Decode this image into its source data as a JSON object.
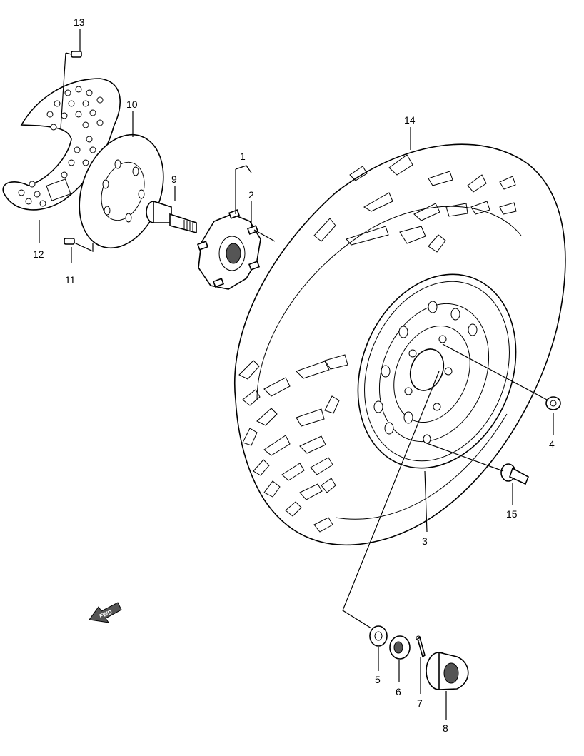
{
  "callouts": [
    {
      "id": "1",
      "label": "1"
    },
    {
      "id": "2",
      "label": "2"
    },
    {
      "id": "3",
      "label": "3"
    },
    {
      "id": "4",
      "label": "4"
    },
    {
      "id": "5",
      "label": "5"
    },
    {
      "id": "6",
      "label": "6"
    },
    {
      "id": "7",
      "label": "7"
    },
    {
      "id": "8",
      "label": "8"
    },
    {
      "id": "9",
      "label": "9"
    },
    {
      "id": "10",
      "label": "10"
    },
    {
      "id": "11",
      "label": "11"
    },
    {
      "id": "12",
      "label": "12"
    },
    {
      "id": "13",
      "label": "13"
    },
    {
      "id": "14",
      "label": "14"
    },
    {
      "id": "15",
      "label": "15"
    }
  ],
  "direction_marker": {
    "label": "FWD"
  }
}
